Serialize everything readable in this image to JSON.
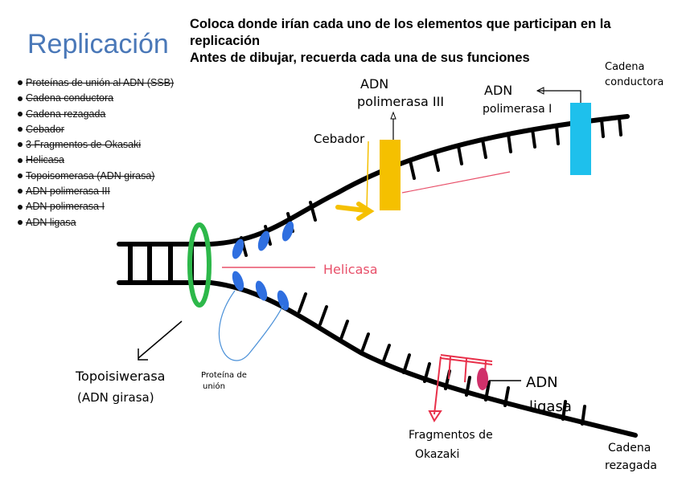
{
  "title": "Replicación",
  "instructions": {
    "line1": "Coloca donde irían cada uno de los elementos que participan en la",
    "line2": "replicación",
    "line3": "Antes de dibujar, recuerda cada una de sus funciones"
  },
  "checklist": [
    "Proteínas de unión al ADN (SSB)",
    "Cadena conductora",
    "Cadena rezagada",
    "Cebador",
    "3 Fragmentos de Okasaki",
    "Helicasa",
    "Topoisomerasa (ADN girasa)",
    "ADN polimerasa III",
    "ADN polimerasa I",
    "ADN ligasa"
  ],
  "labels": {
    "cadena_conductora_1": "Cadena",
    "cadena_conductora_2": "conductora",
    "adn_pol3_1": "ADN",
    "adn_pol3_2": "polimerasa III",
    "adn_pol1_1": "ADN",
    "adn_pol1_2": "polimerasa I",
    "cebador": "Cebador",
    "helicasa": "Helicasa",
    "topo_1": "Topoisiwerasa",
    "topo_2": "(ADN girasa)",
    "proteina_1": "Proteína de",
    "proteina_2": "unión",
    "adn_ligasa_1": "ADN",
    "adn_ligasa_2": "ligasa",
    "fragmentos_1": "Fragmentos de",
    "fragmentos_2": "Okazaki",
    "cadena_rezagada_1": "Cadena",
    "cadena_rezagada_2": "rezagada"
  },
  "colors": {
    "title": "#4a78b8",
    "topoisomerasa": "#2db84a",
    "ssb": "#2f6fe0",
    "cebador": "#f5c000",
    "polimerasa_i": "#1ec0ec",
    "helicasa": "#e8506a",
    "okazaki": "#e8304a",
    "ligasa": "#d0306a"
  }
}
